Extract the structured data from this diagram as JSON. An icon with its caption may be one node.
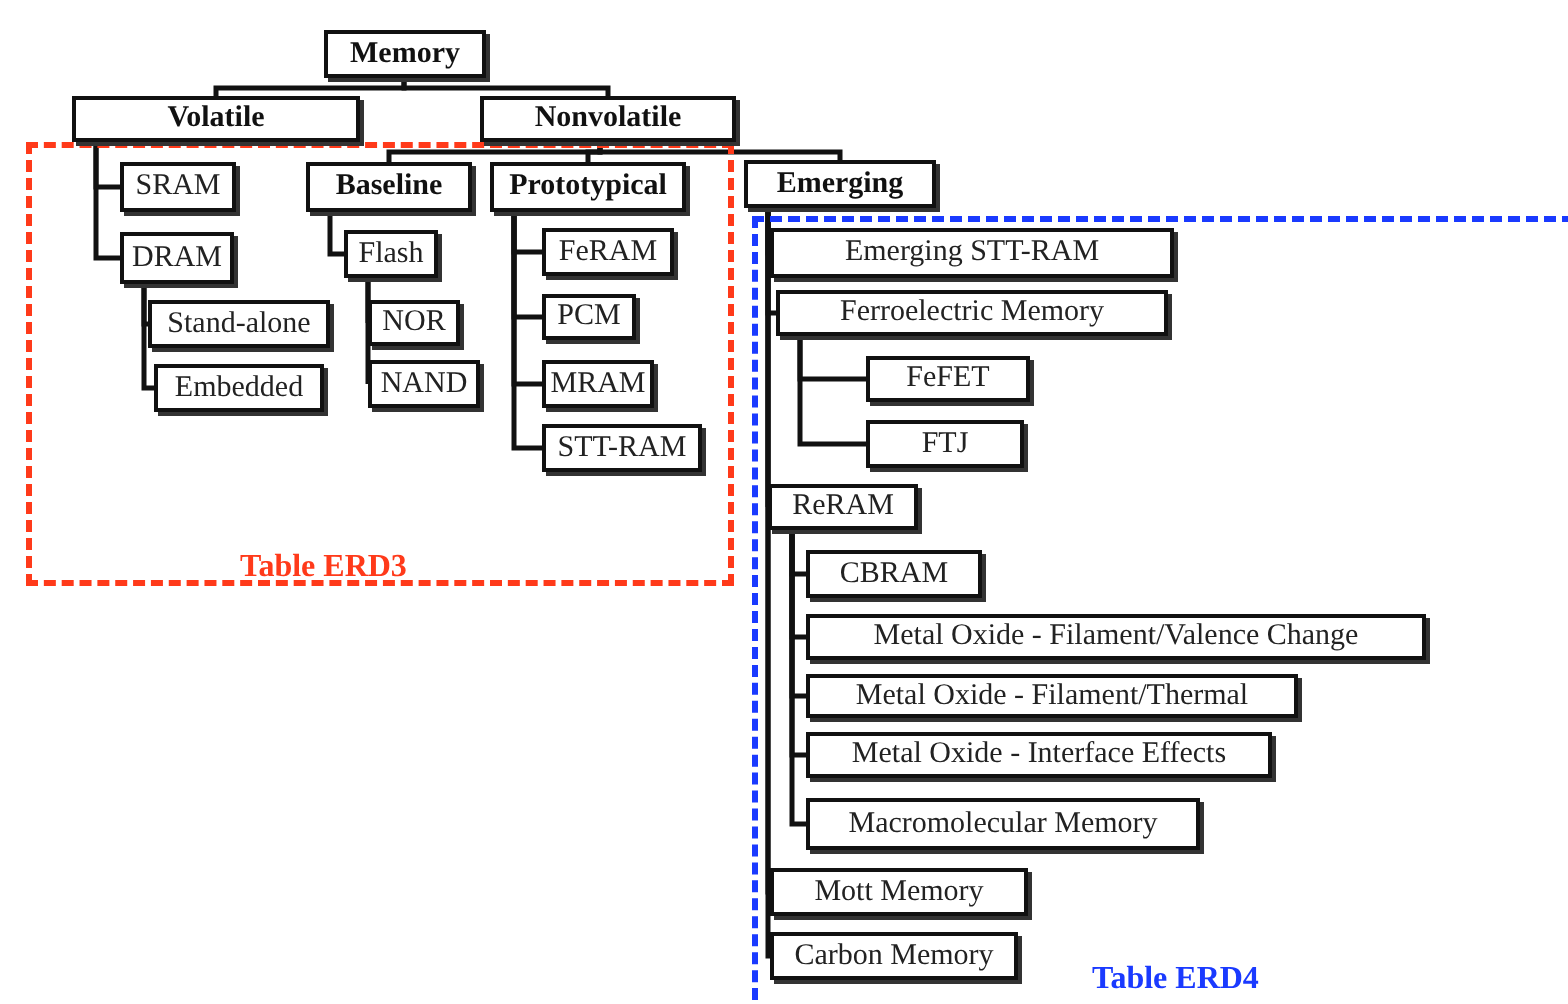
{
  "diagram": {
    "nodes": [
      {
        "text": [
          "Memory"
        ]
      },
      {
        "text": [
          "Volatile"
        ]
      },
      {
        "text": [
          "Nonvolatile"
        ]
      },
      {
        "text": [
          "Table ERD3"
        ]
      },
      {
        "text": [
          "SRAM"
        ],
        "in": 3
      },
      {
        "text": [
          "DRAM"
        ],
        "in": 3
      },
      {
        "text": [
          "Stand-alone"
        ],
        "in": 3
      },
      {
        "text": [
          "Embedded"
        ],
        "in": 3
      },
      {
        "text": [
          "Baseline"
        ],
        "in": 3
      },
      {
        "text": [
          "Flash"
        ],
        "in": 3
      },
      {
        "text": [
          "NOR"
        ],
        "in": 3
      },
      {
        "text": [
          "NAND"
        ],
        "in": 3
      },
      {
        "text": [
          "Prototypical"
        ],
        "in": 3
      },
      {
        "text": [
          "FeRAM"
        ],
        "in": 3
      },
      {
        "text": [
          "PCM"
        ],
        "in": 3
      },
      {
        "text": [
          "MRAM"
        ],
        "in": 3
      },
      {
        "text": [
          "STT-RAM"
        ],
        "in": 3
      },
      {
        "text": [
          "Emerging"
        ]
      },
      {
        "text": [
          "Table ERD4"
        ]
      },
      {
        "text": [
          "Emerging STT-RAM"
        ],
        "in": 18
      },
      {
        "text": [
          "Ferroelectric Memory"
        ],
        "in": 18
      },
      {
        "text": [
          "FeFET"
        ],
        "in": 18
      },
      {
        "text": [
          "FTJ"
        ],
        "in": 18
      },
      {
        "text": [
          "ReRAM"
        ],
        "in": 18
      },
      {
        "text": [
          "CBRAM"
        ],
        "in": 18
      },
      {
        "text": [
          "Metal Oxide - Filament/Valence Change"
        ],
        "in": 18
      },
      {
        "text": [
          "Metal Oxide - Filament/Thermal"
        ],
        "in": 18
      },
      {
        "text": [
          "Metal Oxide - Interface Effects"
        ],
        "in": 18
      },
      {
        "text": [
          "Macromolecular Memory"
        ],
        "in": 18
      },
      {
        "text": [
          "Mott Memory"
        ],
        "in": 18
      },
      {
        "text": [
          "Carbon Memory"
        ],
        "in": 18
      }
    ],
    "edges": [
      {
        "from": 0,
        "to": 1,
        "arrow": "none"
      },
      {
        "from": 0,
        "to": 2,
        "arrow": "none"
      },
      {
        "from": 1,
        "to": 4,
        "arrow": "none"
      },
      {
        "from": 1,
        "to": 5,
        "arrow": "none"
      },
      {
        "from": 5,
        "to": 6,
        "arrow": "none"
      },
      {
        "from": 5,
        "to": 7,
        "arrow": "none"
      },
      {
        "from": 2,
        "to": 8,
        "arrow": "none"
      },
      {
        "from": 2,
        "to": 12,
        "arrow": "none"
      },
      {
        "from": 2,
        "to": 17,
        "arrow": "none"
      },
      {
        "from": 8,
        "to": 9,
        "arrow": "none"
      },
      {
        "from": 9,
        "to": 10,
        "arrow": "none"
      },
      {
        "from": 9,
        "to": 11,
        "arrow": "none"
      },
      {
        "from": 12,
        "to": 13,
        "arrow": "none"
      },
      {
        "from": 12,
        "to": 14,
        "arrow": "none"
      },
      {
        "from": 12,
        "to": 15,
        "arrow": "none"
      },
      {
        "from": 12,
        "to": 16,
        "arrow": "none"
      },
      {
        "from": 17,
        "to": 19,
        "arrow": "none"
      },
      {
        "from": 17,
        "to": 20,
        "arrow": "none"
      },
      {
        "from": 17,
        "to": 23,
        "arrow": "none"
      },
      {
        "from": 17,
        "to": 29,
        "arrow": "none"
      },
      {
        "from": 17,
        "to": 30,
        "arrow": "none"
      },
      {
        "from": 20,
        "to": 21,
        "arrow": "none"
      },
      {
        "from": 20,
        "to": 22,
        "arrow": "none"
      },
      {
        "from": 23,
        "to": 24,
        "arrow": "none"
      },
      {
        "from": 23,
        "to": 25,
        "arrow": "none"
      },
      {
        "from": 23,
        "to": 26,
        "arrow": "none"
      },
      {
        "from": 23,
        "to": 27,
        "arrow": "none"
      },
      {
        "from": 23,
        "to": 28,
        "arrow": "none"
      }
    ]
  }
}
